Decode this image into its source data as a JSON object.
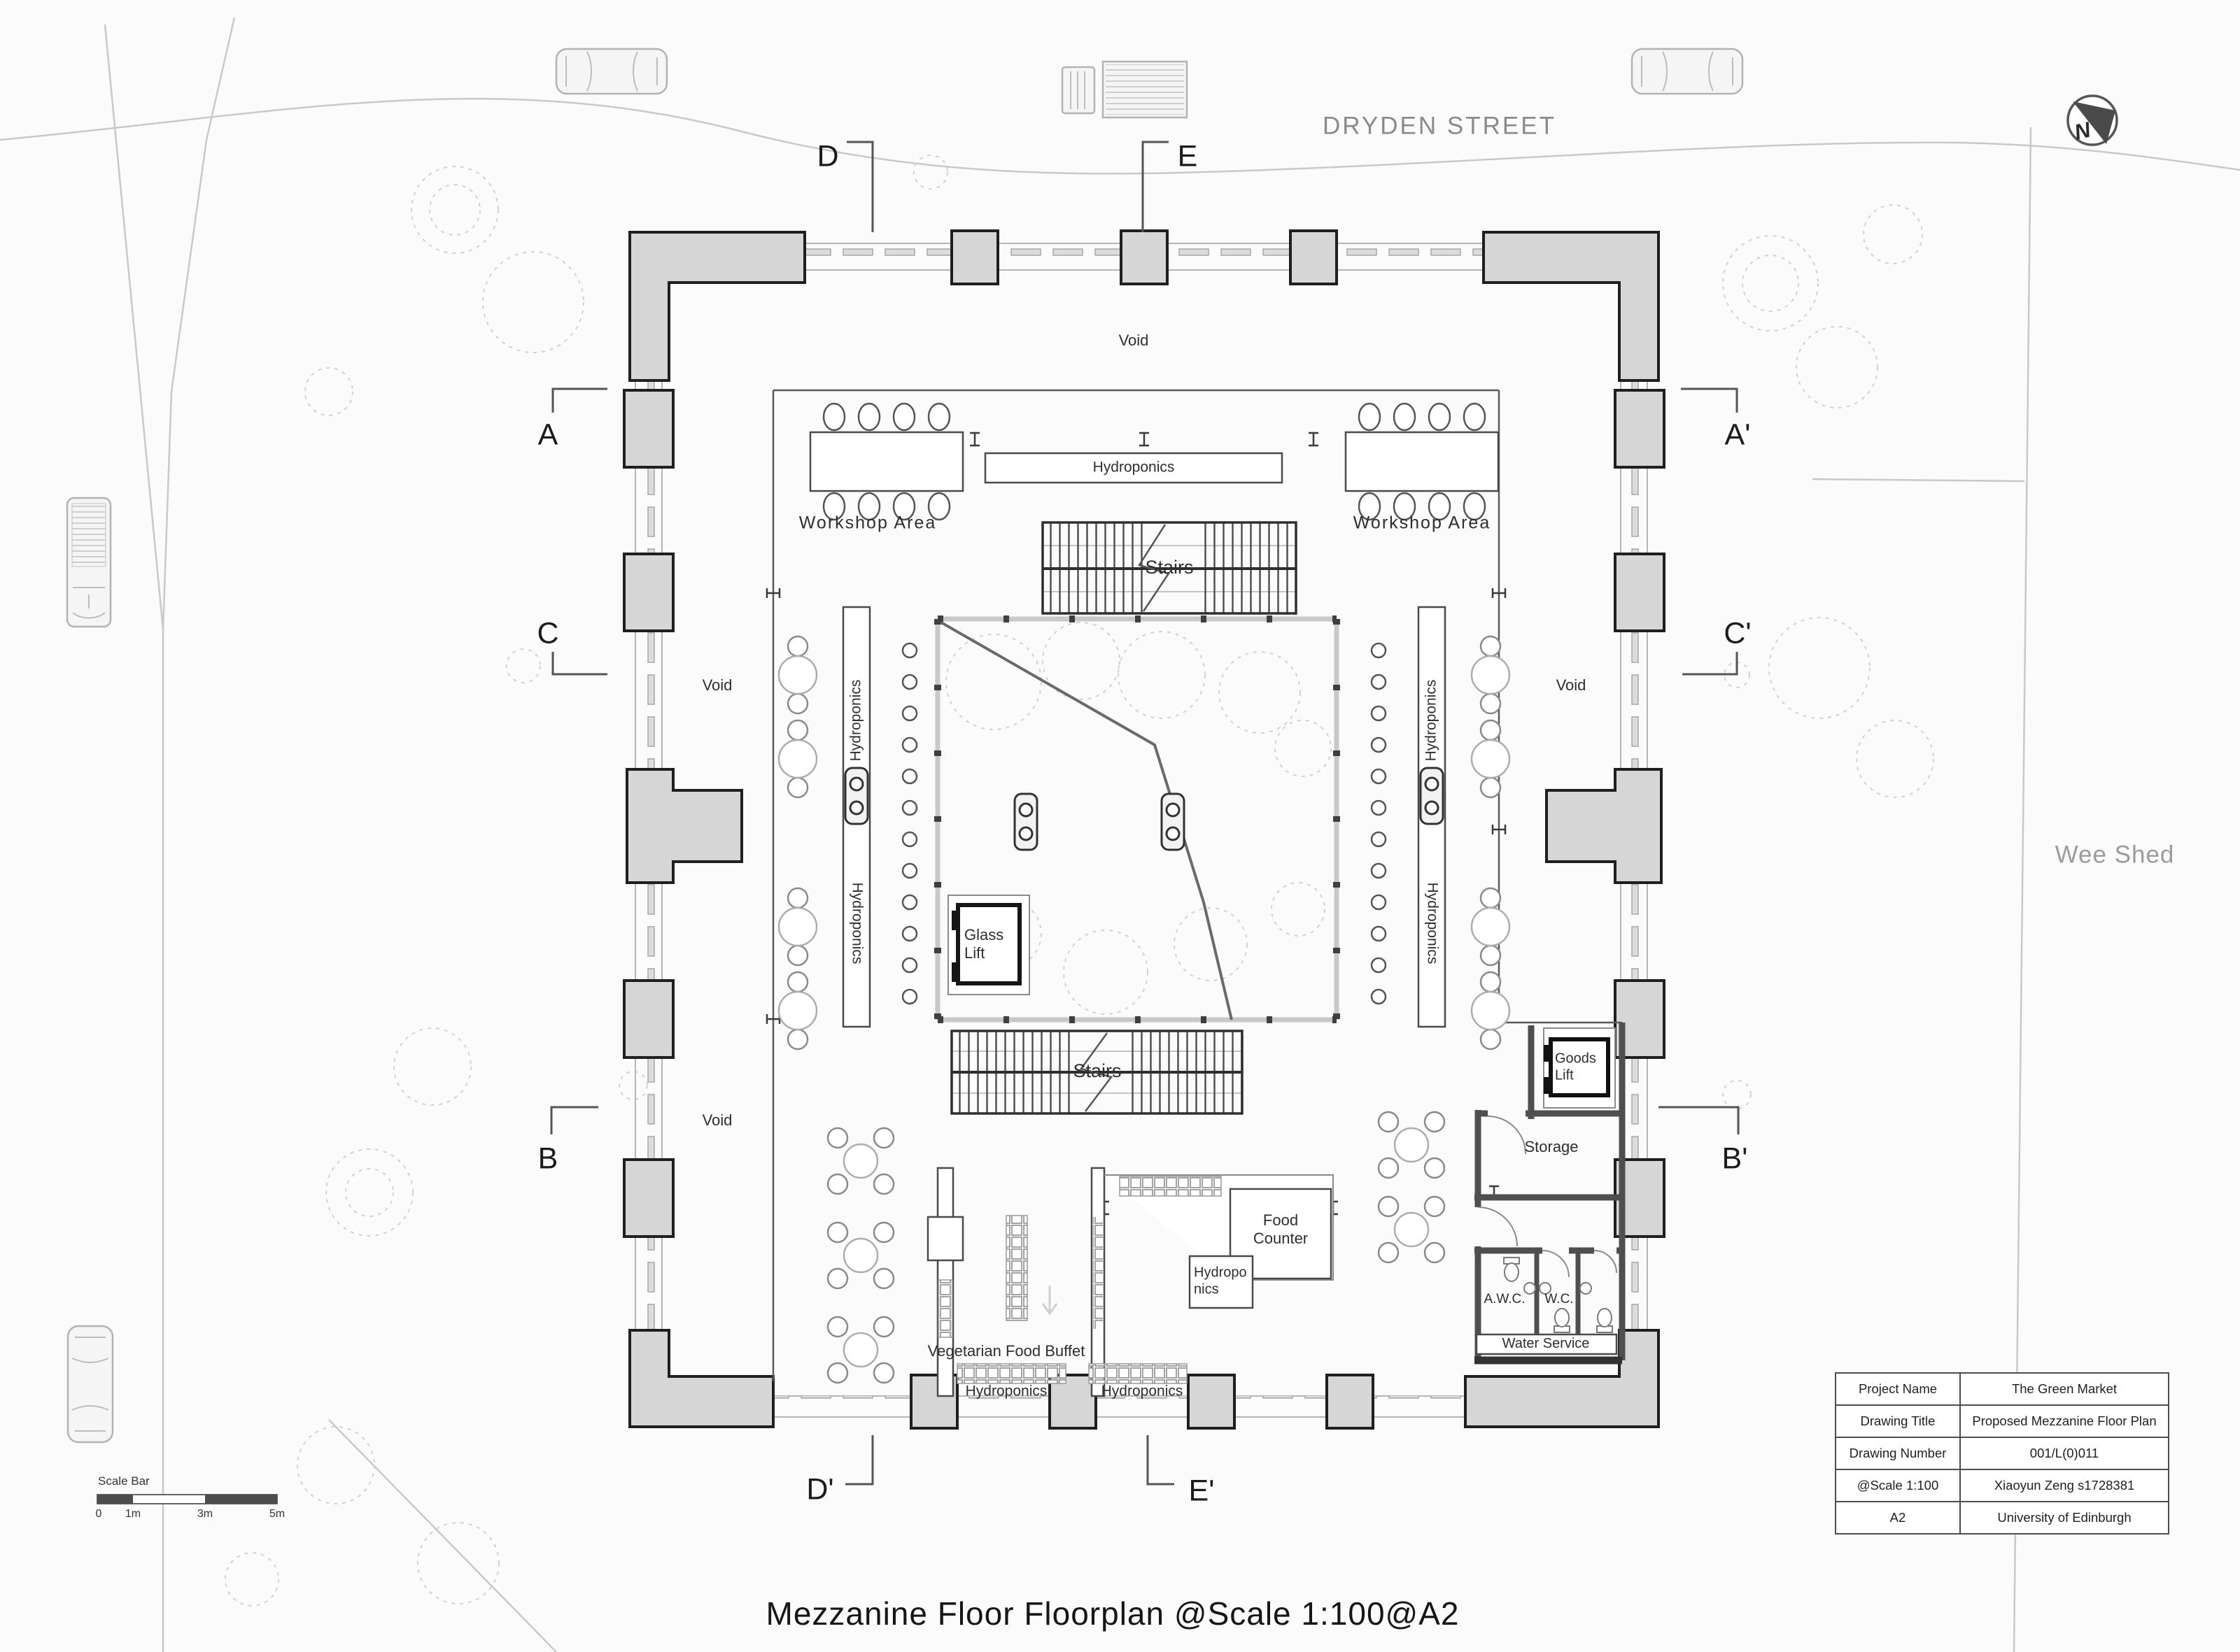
{
  "page": {
    "background": "#fbfbfb",
    "ink": "#2b2b2b",
    "wall_fill": "#d6d6d6",
    "railing_gray": "#c8c8c8"
  },
  "context": {
    "street": "DRYDEN STREET",
    "wee_shed": "Wee Shed",
    "north": "N"
  },
  "sections": {
    "a": "A",
    "a_p": "A'",
    "b": "B",
    "b_p": "B'",
    "c": "C",
    "c_p": "C'",
    "d": "D",
    "d_p": "D'",
    "e": "E",
    "e_p": "E'"
  },
  "labels": {
    "void": "Void",
    "workshop_area": "Workshop Area",
    "hydroponics": "Hydroponics",
    "stairs": "Stairs",
    "glass_lift": "Glass Lift",
    "goods_lift": "Goods Lift",
    "storage": "Storage",
    "awc": "A.W.C.",
    "wc": "W.C.",
    "water_service": "Water Service",
    "food_counter": "Food Counter",
    "veg_buffet": "Vegetarian Food Buffet"
  },
  "scale_bar": {
    "label": "Scale Bar",
    "ticks": [
      "0",
      "1m",
      "3m",
      "5m"
    ]
  },
  "title_block": {
    "rows": [
      {
        "label": "Project Name",
        "value": "The Green Market"
      },
      {
        "label": "Drawing Title",
        "value": "Proposed Mezzanine Floor Plan"
      },
      {
        "label": "Drawing Number",
        "value": "001/L(0)011"
      },
      {
        "label": "@Scale 1:100",
        "value": "Xiaoyun Zeng s1728381"
      },
      {
        "label": "A2",
        "value": "University of Edinburgh"
      }
    ]
  },
  "title": "Mezzanine Floor Floorplan @Scale 1:100@A2"
}
